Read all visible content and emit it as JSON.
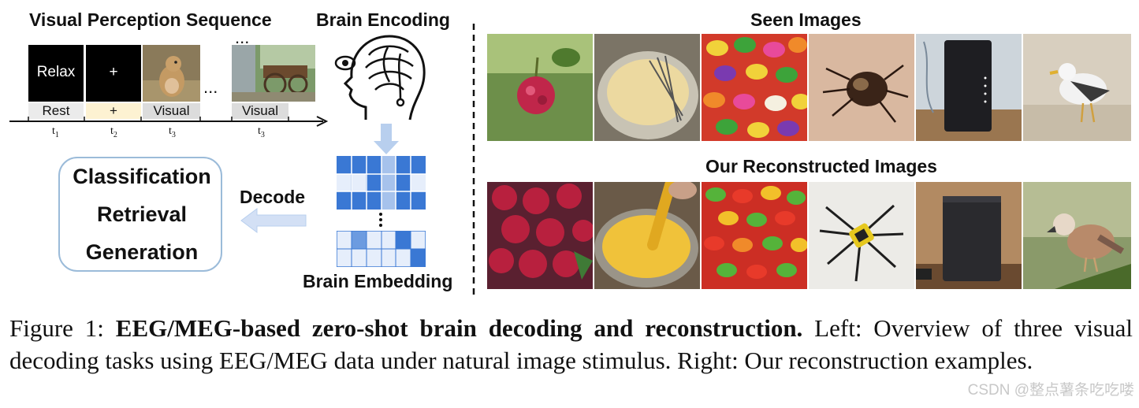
{
  "left": {
    "sequence_title": "Visual Perception Sequence",
    "encoding_title": "Brain Encoding",
    "embedding_title": "Brain Embedding",
    "decode_label": "Decode",
    "frames": {
      "relax_text": "Relax",
      "plus_text": "+",
      "ellipsis_between": "...",
      "ellipsis_top": "..."
    },
    "stage_labels": [
      "Rest",
      "+",
      "Visual",
      "Visual"
    ],
    "tick_labels": [
      "t",
      "t",
      "t",
      "t"
    ],
    "tick_subs": [
      "1",
      "2",
      "3",
      "3"
    ],
    "tasks": [
      "Classification",
      "Retrieval",
      "Generation"
    ]
  },
  "right": {
    "seen_title": "Seen Images",
    "recon_title": "Our Reconstructed Images"
  },
  "caption": {
    "lead": "Figure 1: ",
    "bold": "EEG/MEG-based zero-shot brain decoding and reconstruction.",
    "rest": " Left: Overview of three visual decoding tasks using EEG/MEG data under natural image stimulus. Right: Our reconstruction examples."
  },
  "watermark": "CSDN @整点薯条吃吃喽",
  "colors": {
    "accent_blue": "#3a78d4",
    "light_blue": "#a6c2ec",
    "box_border": "#9bbbd9",
    "arrow_blue": "#b8cfee",
    "rest_bg": "#ebebeb",
    "fixation_bg": "#fdf2d2",
    "visual_bg": "#dcdcdc"
  }
}
